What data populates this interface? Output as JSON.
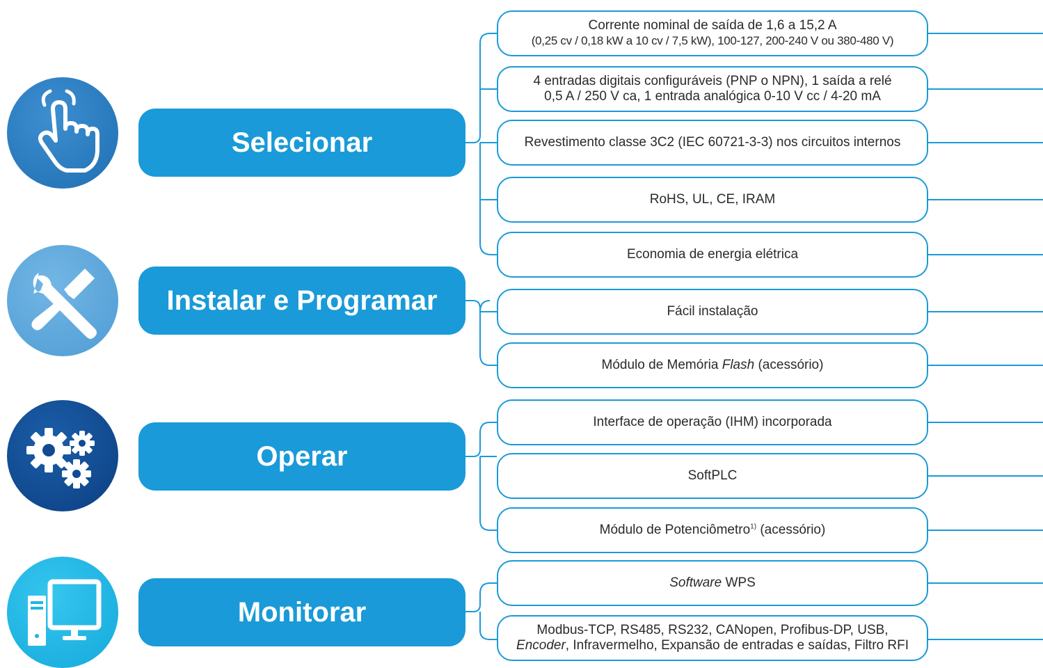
{
  "categories": [
    {
      "label": "Selecionar",
      "icon": "hand-pointer-icon"
    },
    {
      "label": "Instalar e Programar",
      "icon": "wrench-screwdriver-icon"
    },
    {
      "label": "Operar",
      "icon": "gears-icon"
    },
    {
      "label": "Monitorar",
      "icon": "computer-icon"
    }
  ],
  "features": {
    "f0": {
      "line1": "Corrente nominal de saída de 1,6 a 15,2 A",
      "line2": "(0,25 cv / 0,18 kW a 10 cv / 7,5 kW), 100-127, 200-240 V ou 380-480 V)"
    },
    "f1": {
      "line1": "4 entradas digitais configuráveis (PNP o NPN), 1 saída a relé",
      "line2": "0,5 A / 250 V ca, 1 entrada analógica 0-10 V cc / 4-20 mA"
    },
    "f2": {
      "line1": "Revestimento classe 3C2 (IEC 60721-3-3) nos circuitos internos"
    },
    "f3": {
      "line1": "RoHS, UL, CE, IRAM"
    },
    "f4": {
      "line1": "Economia de energia elétrica"
    },
    "f5": {
      "line1": "Fácil instalação"
    },
    "f6": {
      "pre": "Módulo de Memória ",
      "em": "Flash",
      "post": " (acessório)"
    },
    "f7": {
      "line1": "Interface de operação (IHM) incorporada"
    },
    "f8": {
      "line1": "SoftPLC"
    },
    "f9": {
      "pre": "Módulo de Potenciômetro",
      "sup": "1)",
      "post": " (acessório)"
    },
    "f10": {
      "em": "Software",
      "post": " WPS"
    },
    "f11": {
      "line1": "Modbus-TCP, RS485, RS232, CANopen, Profibus-DP, USB,",
      "em": "Encoder",
      "post": ", Infravermelho, Expansão de entradas e saídas, Filtro RFI"
    }
  },
  "colors": {
    "accent": "#1a9ad8",
    "circle_select": "#2a7cc0",
    "circle_install": "#5ea7da",
    "circle_operate": "#114a92",
    "circle_monitor": "#1db6e6"
  }
}
